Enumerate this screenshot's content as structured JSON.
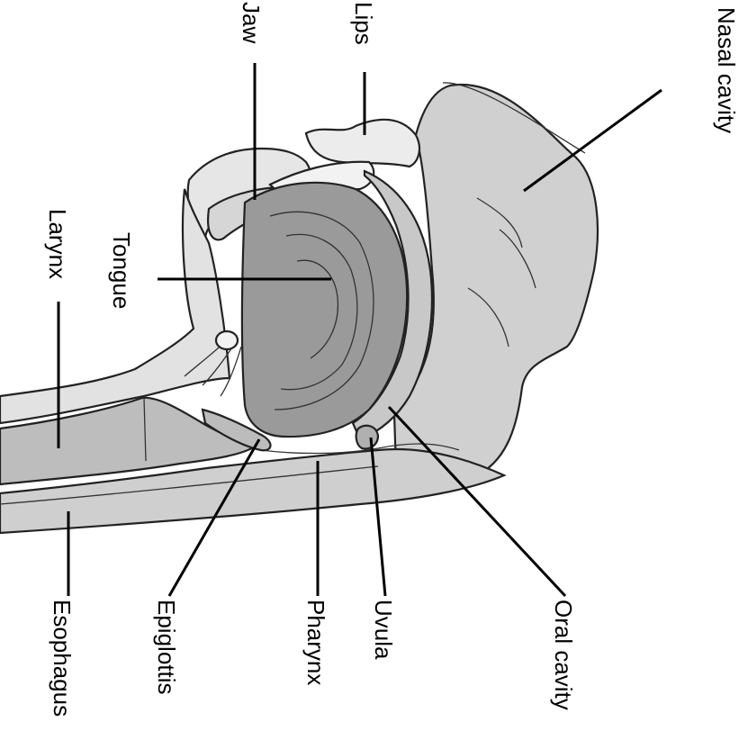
{
  "labels": {
    "jaw": "Jaw",
    "lips": "Lips",
    "nasal_cavity": "Nasal cavity",
    "larynx": "Larynx",
    "tongue": "Tongue",
    "esophagus": "Esophagus",
    "epiglottis": "Epiglottis",
    "pharynx": "Pharynx",
    "uvula": "Uvula",
    "oral_cavity": "Oral cavity"
  },
  "colors": {
    "tissue_light": "#e4e4e4",
    "tissue_mid": "#c4c4c4",
    "tissue_dark": "#8e8e8e",
    "tongue": "#9a9a9a",
    "bone": "#d8d8d8"
  }
}
